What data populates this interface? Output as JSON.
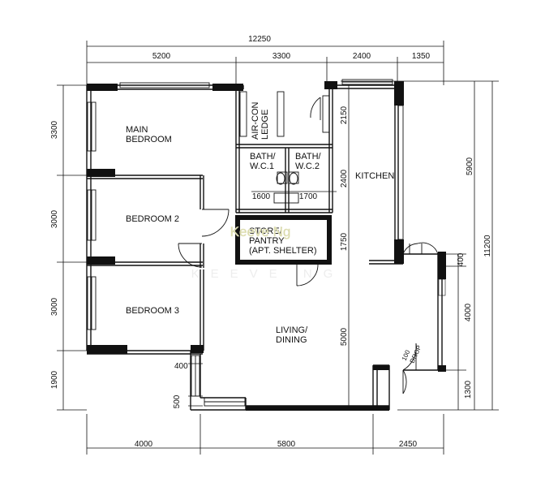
{
  "watermark": {
    "main": "Keeve Ng",
    "faint": "KEEVE NG"
  },
  "dimensions": {
    "top_total": "12250",
    "top": [
      "5200",
      "3300",
      "2400",
      "1350"
    ],
    "bottom": [
      "4000",
      "5800",
      "2450"
    ],
    "left": [
      "3300",
      "3000",
      "3000",
      "1900"
    ],
    "right_total": "11200",
    "right_outer": "5900",
    "right_inner": [
      "400",
      "4000",
      "1300"
    ],
    "inner": {
      "w1": "2150",
      "w2": "2400",
      "w3": "1750",
      "w4": "5000",
      "bath1": "1600",
      "bath2": "1700",
      "n400": "400",
      "n500": "500"
    }
  },
  "rooms": {
    "main_bedroom": [
      "MAIN",
      "BEDROOM"
    ],
    "bedroom2": "BEDROOM 2",
    "bedroom3": "BEDROOM 3",
    "kitchen": "KITCHEN",
    "bath1": [
      "BATH/",
      "W.C.1"
    ],
    "bath2": [
      "BATH/",
      "W.C.2"
    ],
    "pantry": [
      "STORE/",
      "PANTRY",
      "(APT. SHELTER)"
    ],
    "living": [
      "LIVING/",
      "DINING"
    ],
    "aircon": [
      "AIR-CON",
      "LEDGE"
    ],
    "drop": [
      "100",
      "DROP"
    ]
  }
}
